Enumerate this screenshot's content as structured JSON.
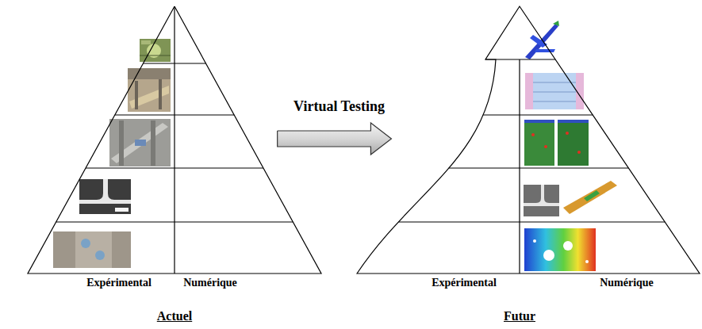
{
  "diagram": {
    "nodes": [
      {
        "text": [
          "Expérimental",
          "Numérique",
          "Actuel"
        ]
      },
      {
        "text": [
          "Expérimental",
          "Numérique",
          "Futur"
        ]
      }
    ],
    "edges": [
      {
        "from": 0,
        "to": 1,
        "arrow": "to",
        "label": "Virtual Testing"
      }
    ]
  }
}
